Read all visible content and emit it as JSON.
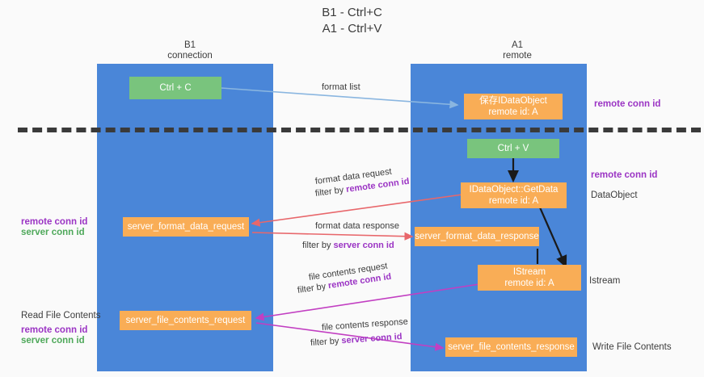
{
  "title": {
    "line1": "B1 - Ctrl+C",
    "line2": "A1 - Ctrl+V"
  },
  "columns": [
    {
      "name": "B1",
      "sub": "connection"
    },
    {
      "name": "A1",
      "sub": "remote"
    }
  ],
  "nodes": {
    "ctrl_c": "Ctrl + C",
    "ctrl_v": "Ctrl + V",
    "dataobject_save_l1": "保存IDataObject",
    "dataobject_save_l2": "remote id: A",
    "getdata_l1": "IDataObject::GetData",
    "getdata_l2": "remote id: A",
    "istream_l1": "IStream",
    "istream_l2": "remote id: A",
    "server_format_data_request": "server_format_data_request",
    "server_format_data_response": "server_format_data_response",
    "server_file_contents_request": "server_file_contents_request",
    "server_file_contents_response": "server_file_contents_response"
  },
  "edges": {
    "format_list": "format list",
    "format_data_request": "format data request",
    "format_data_request_filter_pre": "filter by ",
    "format_data_request_filter_hl": "remote conn id",
    "format_data_response": "format data response",
    "format_data_response_filter_pre": "filter by ",
    "format_data_response_filter_hl": "server conn id",
    "file_contents_request": "file contents request",
    "file_contents_request_filter_pre": "filter by ",
    "file_contents_request_filter_hl": "remote conn id",
    "file_contents_response": "file contents response",
    "file_contents_response_filter_pre": "filter by ",
    "file_contents_response_filter_hl": "server conn id"
  },
  "side_labels": {
    "right_remote_conn_id_1": "remote conn id",
    "right_remote_conn_id_2": "remote conn id",
    "right_dataobject": "DataObject",
    "right_istream": "Istream",
    "right_write_file_contents": "Write File Contents",
    "left_remote_conn_id_1": "remote conn id",
    "left_server_conn_id_1": "server conn id",
    "left_read_file_contents": "Read File Contents",
    "left_remote_conn_id_2": "remote conn id",
    "left_server_conn_id_2": "server conn id"
  },
  "colors": {
    "lane": "#4a86d8",
    "green_node": "#79c47d",
    "orange_node": "#f9ad56",
    "purple": "#9b34c4",
    "green_text": "#4ea85a",
    "arrow_blue": "#8ab6e0",
    "arrow_red": "#e8676b",
    "arrow_magenta": "#c23fc2",
    "arrow_black": "#1a1a1a",
    "divider": "#3a3a3a",
    "background": "#fafafa"
  }
}
